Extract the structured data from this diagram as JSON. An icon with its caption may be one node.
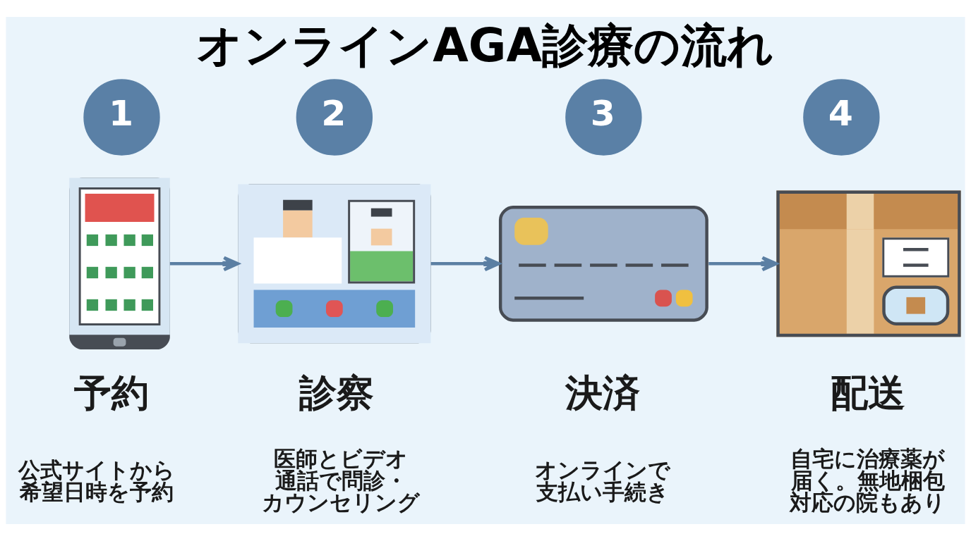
{
  "diagram": {
    "title": "オンラインAGA診療の流れ",
    "nodes": [
      {
        "text": [
          "1"
        ]
      },
      {
        "text": [],
        "shape": "picture",
        "beside": [
          "予約",
          "公式サイトから希望日時を予約"
        ]
      },
      {
        "text": [
          "2"
        ]
      },
      {
        "text": [],
        "shape": "picture",
        "beside": [
          "診察",
          "医師とビデオ通話で問診・カウンセリング"
        ]
      },
      {
        "text": [
          "3"
        ]
      },
      {
        "text": [],
        "shape": "picture",
        "beside": [
          "決済",
          "オンラインで支払い手続き"
        ]
      },
      {
        "text": [
          "4"
        ]
      },
      {
        "text": [],
        "shape": "picture",
        "beside": [
          "配送",
          "自宅に治療薬が届く。無地梱包対応の院もあり"
        ]
      }
    ],
    "edges": [
      {
        "from": 1,
        "to": 3,
        "arrow": "to"
      },
      {
        "from": 3,
        "to": 5,
        "arrow": "to"
      },
      {
        "from": 5,
        "to": 7,
        "arrow": "to"
      }
    ]
  }
}
